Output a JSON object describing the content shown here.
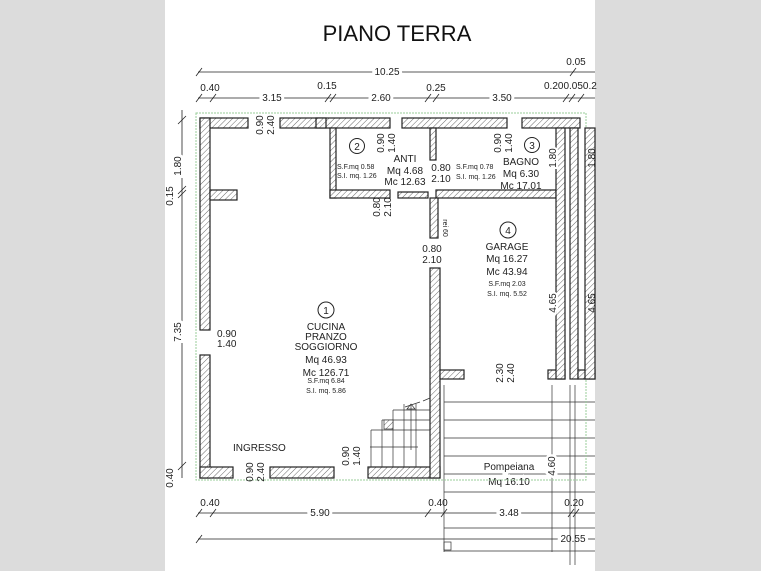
{
  "title": "PIANO TERRA",
  "dimensions": {
    "top_total": "10.25",
    "top_right": "0.05",
    "top_segments": [
      "0.40",
      "3.15",
      "0.15",
      "2.60",
      "0.25",
      "3.50",
      "0.200.050.2"
    ],
    "left": [
      "1.80",
      "0.15",
      "7.35",
      "0.40"
    ],
    "bottom_segments": [
      "0.40",
      "5.90",
      "0.40",
      "3.48",
      "0.20"
    ],
    "bottom_total": "20.55",
    "right_vertical": [
      "1.80",
      "1.80",
      "4.65",
      "4.65",
      "4.60"
    ]
  },
  "openings": {
    "top_window_1": [
      "0.90",
      "2.40"
    ],
    "anti_window": [
      "0.90",
      "1.40"
    ],
    "bagno_window": [
      "0.90",
      "1.40"
    ],
    "anti_bagno_door": [
      "0.80",
      "2.10"
    ],
    "anti_door": [
      "0.80",
      "2.10"
    ],
    "garage_door": [
      "0.80",
      "2.10"
    ],
    "rei": "rei 60",
    "left_window": [
      "0.90",
      "1.40"
    ],
    "garage_gate": [
      "2.30",
      "2.40"
    ],
    "entrance_door": [
      "0.90",
      "2.40"
    ],
    "bottom_window": [
      "0.90",
      "1.40"
    ]
  },
  "rooms": [
    {
      "num": "1",
      "name1": "CUCINA",
      "name2": "PRANZO",
      "name3": "SOGGIORNO",
      "mq": "Mq 46.93",
      "mc": "Mc 126.71",
      "sf": "S.F.mq 6.84",
      "si": "S.I. mq. 5.86"
    },
    {
      "num": "2",
      "name": "ANTI",
      "mq": "Mq 4.68",
      "mc": "Mc 12.63",
      "sf": "S.F.mq 0.58",
      "si": "S.I. mq. 1.26"
    },
    {
      "num": "3",
      "name": "BAGNO",
      "mq": "Mq 6.30",
      "mc": "Mc 17.01",
      "sf": "S.F.mq 0.78",
      "si": "S.I. mq. 1.26"
    },
    {
      "num": "4",
      "name": "GARAGE",
      "mq": "Mq 16.27",
      "mc": "Mc 43.94",
      "sf": "S.F.mq 2.03",
      "si": "S.I. mq. 5.52"
    }
  ],
  "ingresso": "INGRESSO",
  "pompeiana": {
    "name": "Pompeiana",
    "mq": "Mq 16.10"
  }
}
